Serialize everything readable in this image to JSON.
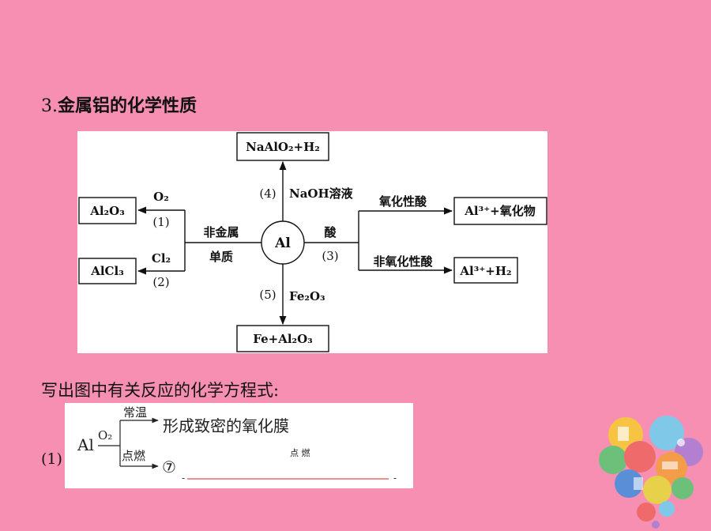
{
  "heading": {
    "number": "3.",
    "text": "金属铝的化学性质"
  },
  "diagram": {
    "center": "Al",
    "top_box": "NaAlO₂+H₂",
    "bottom_box": "Fe+Al₂O₃",
    "left_top_box": "Al₂O₃",
    "left_bottom_box": "AlCl₃",
    "right_top_box": "Al³⁺+氧化物",
    "right_bottom_box": "Al³⁺+H₂",
    "reagent_top": "NaOH溶液",
    "label_top": "(4)",
    "reagent_bottom": "Fe₂O₃",
    "label_bottom": "(5)",
    "left_group_line1": "非金属",
    "left_group_line2": "单质",
    "left_top_reagent": "O₂",
    "left_top_label": "(1)",
    "left_bottom_reagent": "Cl₂",
    "left_bottom_label": "(2)",
    "right_group": "酸",
    "right_group_label": "(3)",
    "right_top_reagent": "氧化性酸",
    "right_bottom_reagent": "非氧化性酸"
  },
  "prompt": "写出图中有关反应的化学方程式:",
  "equation": {
    "index": "(1)",
    "reactant": "Al",
    "reagent": "O₂",
    "condition_top": "常温",
    "product_top": "形成致密的氧化膜",
    "condition_bottom": "点燃",
    "answer_marker": "⑦",
    "hint": "点 燃"
  }
}
